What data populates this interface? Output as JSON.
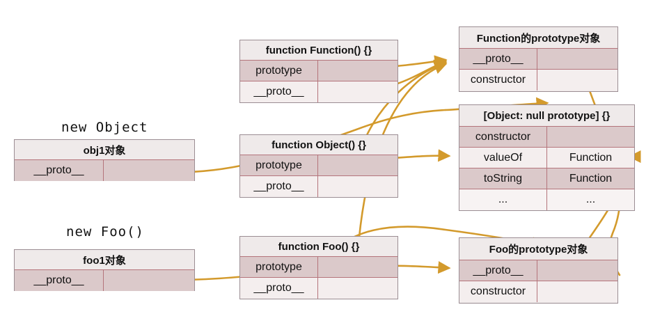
{
  "diagram": {
    "title": "JavaScript prototype chain diagram",
    "accent_arrow_color": "#d39a2c",
    "border_color": "#b4747b",
    "outer_border_color": "#9b8d93",
    "row_dark_color": "#dbc9ca",
    "row_light_color": "#f4eeee",
    "header_color": "#efeaea",
    "background": "#ffffff"
  },
  "captions": {
    "new_object": "new Object",
    "new_foo": "new Foo()"
  },
  "tables": {
    "obj1": {
      "header": "obj1对象",
      "rows": [
        {
          "key": "__proto__",
          "value": "",
          "shade": "dark"
        }
      ]
    },
    "foo1": {
      "header": "foo1对象",
      "rows": [
        {
          "key": "__proto__",
          "value": "",
          "shade": "dark"
        }
      ]
    },
    "function_Function": {
      "header": "function Function() {}",
      "rows": [
        {
          "key": "prototype",
          "value": "",
          "shade": "dark"
        },
        {
          "key": "__proto__",
          "value": "",
          "shade": "light"
        }
      ]
    },
    "function_Object": {
      "header": "function Object() {}",
      "rows": [
        {
          "key": "prototype",
          "value": "",
          "shade": "dark"
        },
        {
          "key": "__proto__",
          "value": "",
          "shade": "light"
        }
      ]
    },
    "function_Foo": {
      "header": "function Foo() {}",
      "rows": [
        {
          "key": "prototype",
          "value": "",
          "shade": "dark"
        },
        {
          "key": "__proto__",
          "value": "",
          "shade": "light"
        }
      ]
    },
    "function_prototype": {
      "header": "Function的prototype对象",
      "rows": [
        {
          "key": "__proto__",
          "value": "",
          "shade": "dark"
        },
        {
          "key": "constructor",
          "value": "",
          "shade": "light"
        }
      ]
    },
    "object_null_prototype": {
      "header": "[Object: null prototype] {}",
      "rows": [
        {
          "key": "constructor",
          "value": "",
          "shade": "dark"
        },
        {
          "key": "valueOf",
          "value": "Function",
          "shade": "light"
        },
        {
          "key": "toString",
          "value": "Function",
          "shade": "dark"
        },
        {
          "key": "...",
          "value": "...",
          "shade": "pale"
        }
      ]
    },
    "foo_prototype": {
      "header": "Foo的prototype对象",
      "rows": [
        {
          "key": "__proto__",
          "value": "",
          "shade": "dark"
        },
        {
          "key": "constructor",
          "value": "",
          "shade": "light"
        }
      ]
    }
  }
}
